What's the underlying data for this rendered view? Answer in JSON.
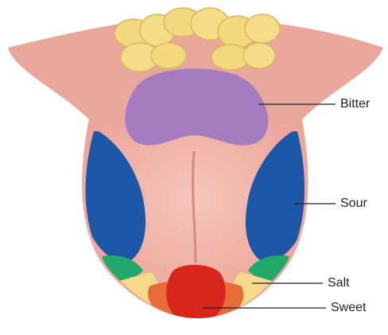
{
  "labels": {
    "bitter": "Bitter",
    "sour": "Sour",
    "salt": "Salt",
    "sweet": "Sweet"
  },
  "colors": {
    "tongue": "#f0b2a6",
    "tongue_shadow": "#d8918a",
    "bitter": "#a57cc0",
    "sour": "#1c57a8",
    "salt_green": "#23a86b",
    "salt_yellow": "#f6d98a",
    "sweet_red": "#d9261c",
    "sweet_orange": "#e86a36",
    "fat": "#f3d87f",
    "leader": "#231f20"
  }
}
